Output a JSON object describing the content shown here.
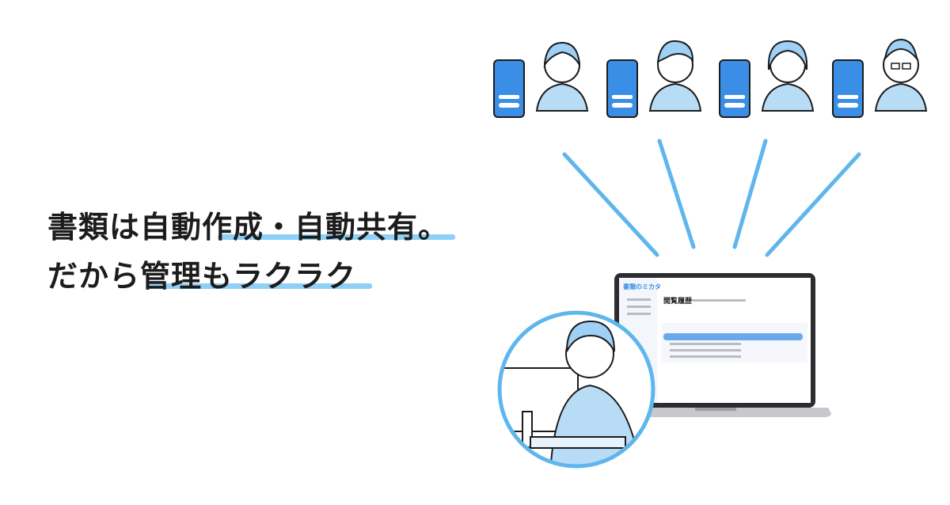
{
  "headline": {
    "line1": "書類は自動作成・自動共有。",
    "line2": "だから管理もラクラク"
  },
  "laptop": {
    "app_logo": "書類のミカタ",
    "page_title": "閲覧履歴"
  },
  "colors": {
    "accent": "#5fb6ec",
    "phone_blue": "#3a8ee6",
    "text": "#1c1c1c",
    "underline": "#8fd0f7"
  },
  "icons": [
    "phone-icon",
    "person-icon",
    "laptop-icon"
  ]
}
